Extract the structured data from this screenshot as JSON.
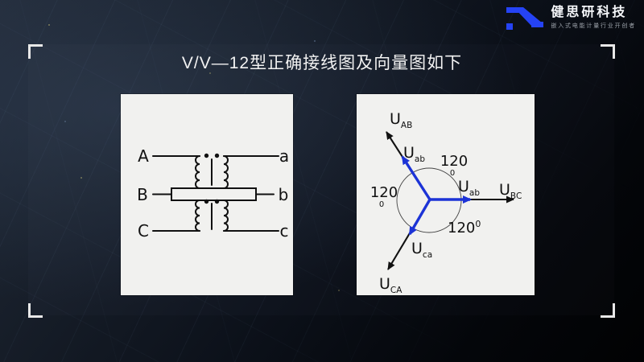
{
  "title": "V/V—12型正确接线图及向量图如下",
  "logo": {
    "company": "健思研科技",
    "tagline": "嵌入式电能计量行业开创者",
    "accent_blue": "#2543f5"
  },
  "colors": {
    "panel_background": "#f1f1ef",
    "vector_blue": "#1c33d6",
    "diagram_line": "#111111",
    "frame_corner": "#e8e8e8"
  },
  "wiring": {
    "left_terminals": [
      "A",
      "B",
      "C"
    ],
    "right_terminals": [
      "a",
      "b",
      "c"
    ]
  },
  "vector": {
    "primary_labels": [
      {
        "main": "U",
        "sub": "AB"
      },
      {
        "main": "U",
        "sub": "BC"
      },
      {
        "main": "U",
        "sub": "CA"
      }
    ],
    "secondary_labels": [
      {
        "main": "U",
        "sub": "ab"
      },
      {
        "main": "U",
        "sub": "ab"
      },
      {
        "main": "U",
        "sub": "ca"
      }
    ],
    "angle_labels": [
      {
        "num": "120",
        "deg": "0"
      },
      {
        "num": "120",
        "deg": "0"
      },
      {
        "num": "120",
        "deg": "0"
      }
    ]
  }
}
